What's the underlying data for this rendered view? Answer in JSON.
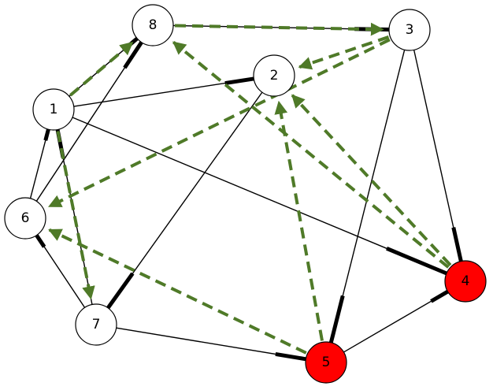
{
  "colors": {
    "node_default": "#ffffff",
    "node_highlight": "#ff0000",
    "edge": "#000000",
    "arc": "#4f7a28"
  },
  "nodes": [
    {
      "id": "1",
      "label": "1",
      "highlighted": false
    },
    {
      "id": "2",
      "label": "2",
      "highlighted": false
    },
    {
      "id": "3",
      "label": "3",
      "highlighted": false
    },
    {
      "id": "4",
      "label": "4",
      "highlighted": true
    },
    {
      "id": "5",
      "label": "5",
      "highlighted": true
    },
    {
      "id": "6",
      "label": "6",
      "highlighted": false
    },
    {
      "id": "7",
      "label": "7",
      "highlighted": false
    },
    {
      "id": "8",
      "label": "8",
      "highlighted": false
    }
  ],
  "edges": [
    {
      "from": "1",
      "to": "8",
      "heavy_end": "8"
    },
    {
      "from": "1",
      "to": "2",
      "heavy_end": "2"
    },
    {
      "from": "1",
      "to": "4",
      "heavy_end": "4"
    },
    {
      "from": "1",
      "to": "6",
      "heavy_end": "1"
    },
    {
      "from": "1",
      "to": "7",
      "heavy_end": "1"
    },
    {
      "from": "8",
      "to": "3",
      "heavy_end": "3"
    },
    {
      "from": "8",
      "to": "6",
      "heavy_end": "8"
    },
    {
      "from": "2",
      "to": "7",
      "heavy_end": "7"
    },
    {
      "from": "3",
      "to": "4",
      "heavy_end": "4"
    },
    {
      "from": "3",
      "to": "5",
      "heavy_end": "5"
    },
    {
      "from": "4",
      "to": "5",
      "heavy_end": "4"
    },
    {
      "from": "6",
      "to": "7",
      "heavy_end": "6"
    },
    {
      "from": "7",
      "to": "5",
      "heavy_end": "5"
    }
  ],
  "arcs": [
    {
      "from": "1",
      "to": "8"
    },
    {
      "from": "8",
      "to": "3"
    },
    {
      "from": "3",
      "to": "2"
    },
    {
      "from": "3",
      "to": "6"
    },
    {
      "from": "1",
      "to": "7"
    },
    {
      "from": "4",
      "to": "8"
    },
    {
      "from": "4",
      "to": "2"
    },
    {
      "from": "5",
      "to": "2"
    },
    {
      "from": "5",
      "to": "6"
    }
  ]
}
